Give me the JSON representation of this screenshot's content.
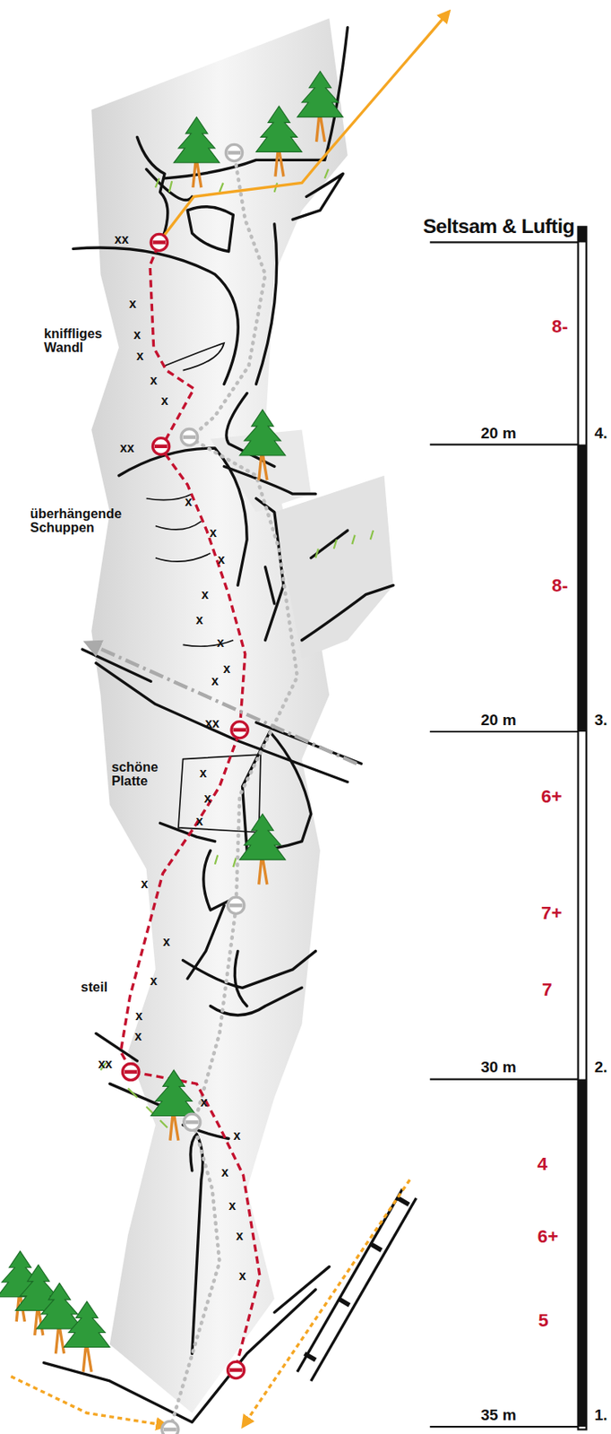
{
  "diagram": {
    "title": "Seltsam & Luftig",
    "labels": [
      "8-",
      "20 m",
      "4.",
      "8-",
      "20 m",
      "3.",
      "6+",
      "7+",
      "7",
      "30 m",
      "2.",
      "4",
      "6+",
      "5",
      "35 m",
      "1.",
      "kniffliges Wandl",
      "überhängende Schuppen",
      "schöne Platte",
      "steil",
      "xx",
      "x",
      "x",
      "x",
      "x",
      "x",
      "xx",
      "x",
      "x",
      "x",
      "x",
      "x",
      "x",
      "x",
      "x",
      "xx",
      "x",
      "x",
      "x",
      "x",
      "x",
      "x",
      "x",
      "x",
      "xx",
      "x",
      "x",
      "x",
      "x",
      "x",
      "x"
    ]
  }
}
